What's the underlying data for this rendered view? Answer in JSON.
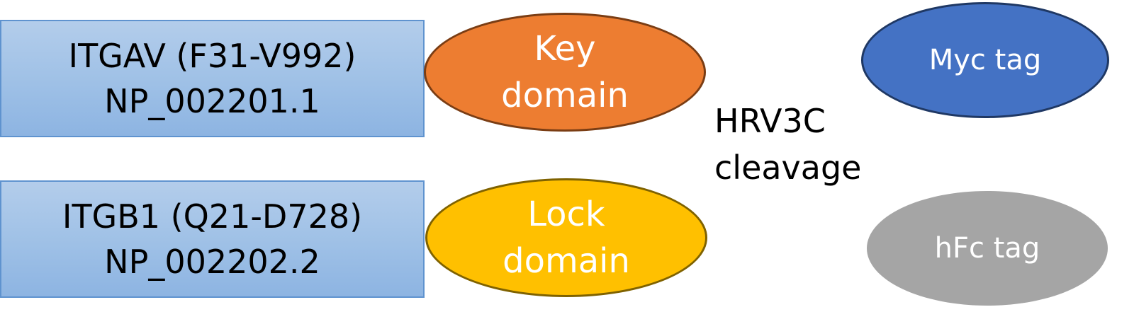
{
  "boxes": {
    "itgav": {
      "line1": "ITGAV (F31-V992)",
      "line2": "NP_002201.1"
    },
    "itgb1": {
      "line1": "ITGB1 (Q21-D728)",
      "line2": "NP_002202.2"
    }
  },
  "ellipses": {
    "key": {
      "line1": "Key",
      "line2": "domain",
      "fill": "#ed7d31"
    },
    "lock": {
      "line1": "Lock",
      "line2": "domain",
      "fill": "#ffc000"
    },
    "myc": {
      "label": "Myc tag",
      "fill": "#4472c4"
    },
    "hfc": {
      "label": "hFc tag",
      "fill": "#a5a5a5"
    }
  },
  "cleavage": {
    "line1": "HRV3C",
    "line2": "cleavage"
  },
  "colors": {
    "box_fill": "#9ec0e6",
    "box_border": "#5f93cf"
  }
}
